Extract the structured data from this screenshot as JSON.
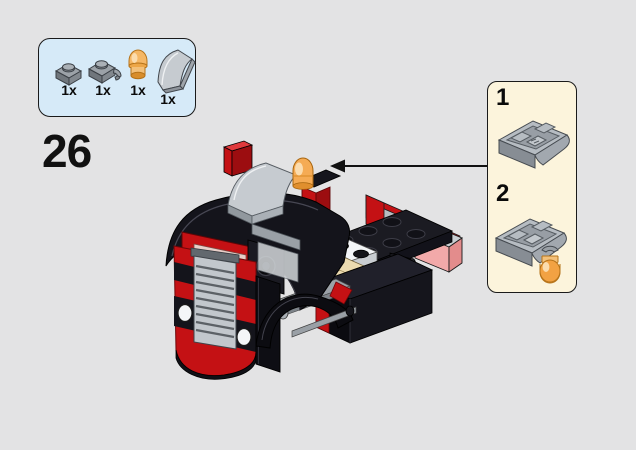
{
  "page": {
    "background_color": "#e3e3e4",
    "kind": "lego-instruction-step"
  },
  "step": {
    "number": "26"
  },
  "parts_callout": {
    "background_color": "#d6eaf8",
    "parts": [
      {
        "icon": "plate-1x1-gray-icon",
        "count": "1x"
      },
      {
        "icon": "plate-1x1-clip-gray-icon",
        "count": "1x"
      },
      {
        "icon": "light-dome-trans-orange-icon",
        "count": "1x"
      },
      {
        "icon": "slope-curved-2x2-gray-icon",
        "count": "1x"
      }
    ]
  },
  "substeps_panel": {
    "background_color": "#fcf4dc",
    "steps": [
      {
        "label": "1",
        "illustration": "slope-underside"
      },
      {
        "label": "2",
        "illustration": "slope-underside-with-orange-light"
      }
    ]
  },
  "illustration": {
    "name": "truck-cab-assembly-with-roof-light",
    "arrow": "points-left-to-orange-light",
    "colors": {
      "red": "#c41114",
      "dark_red": "#8e0c0e",
      "black_brick": "#14141b",
      "light_gray": "#bec3c8",
      "mid_gray": "#9aa0a6",
      "trans_orange": "#f5ab54",
      "tan": "#ecdbb0",
      "trans_red": "#f2a9a9",
      "white": "#f4f6f8"
    }
  }
}
